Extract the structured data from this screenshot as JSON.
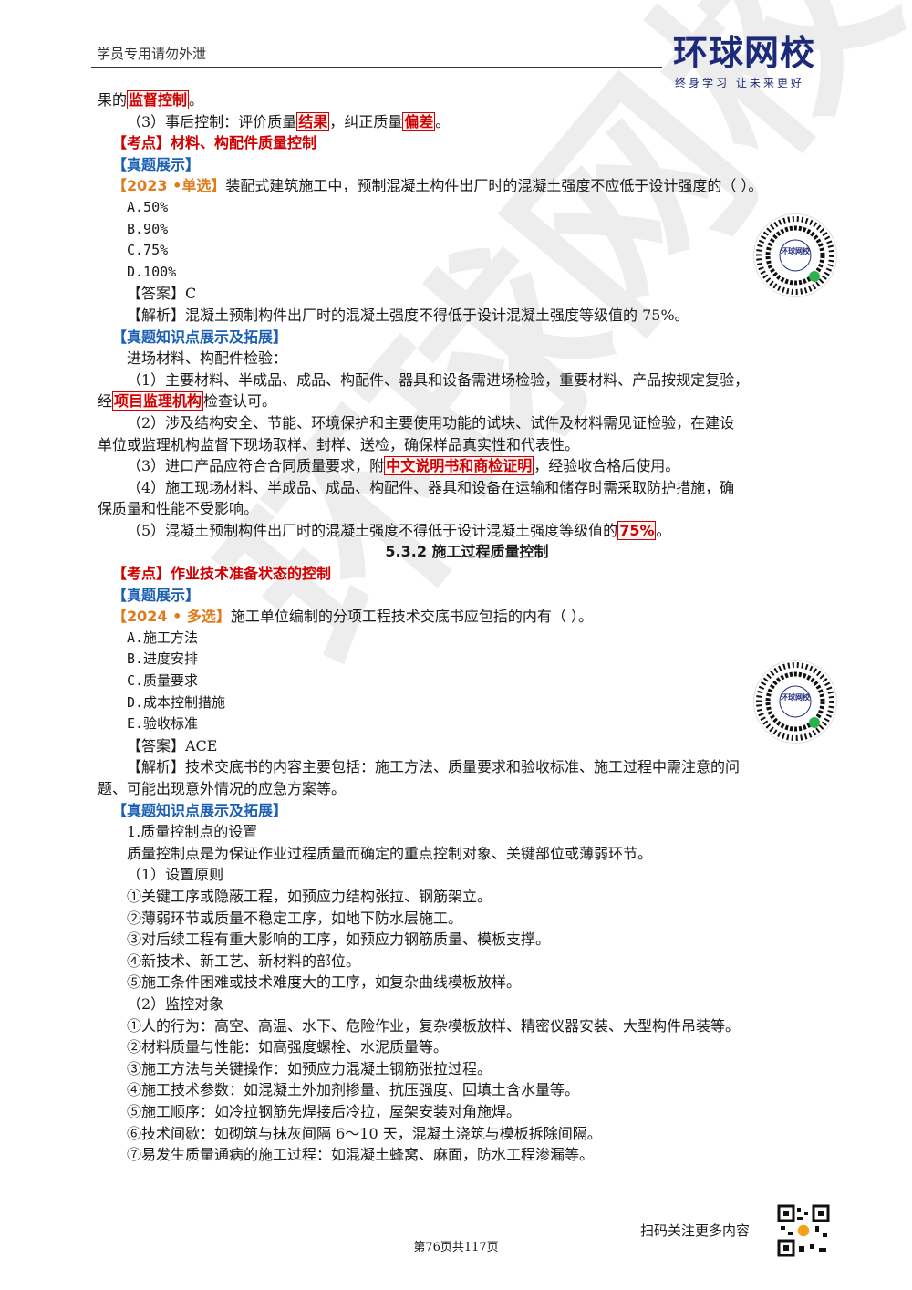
{
  "header": {
    "note": "学员专用请勿外泄",
    "logo_name": "环球网校",
    "logo_slogan": "终身学习 让未来更好"
  },
  "watermark": "环球网校",
  "lines": {
    "l1_a": "果的",
    "l1_b": "监督控制",
    "l1_c": "。",
    "l2_a": "（3）事后控制：评价质量",
    "l2_b": "结果",
    "l2_c": "，纠正质量",
    "l2_d": "偏差",
    "l2_e": "。",
    "kaodian1": "【考点】材料、构配件质量控制",
    "zhenti1": "【真题展示】",
    "q1_tag": "【2023 •单选】",
    "q1_text": "装配式建筑施工中，预制混凝土构件出厂时的混凝土强度不应低于设计强度的（    ）。",
    "q1_a": "A.50%",
    "q1_b": "B.90%",
    "q1_c": "C.75%",
    "q1_d": "D.100%",
    "q1_ans": "【答案】C",
    "q1_exp": "【解析】混凝土预制构件出厂时的混凝土强度不得低于设计混凝土强度等级值的 75%。",
    "ext1": "【真题知识点展示及拓展】",
    "p1": "进场材料、构配件检验：",
    "p2_a": "（1）主要材料、半成品、成品、构配件、器具和设备需进场检验，重要材料、产品按规定复验，",
    "p2_b": "经",
    "p2_c": "项目监理机构",
    "p2_d": "检查认可。",
    "p3_a": "（2）涉及结构安全、节能、环境保护和主要使用功能的试块、试件及材料需见证检验，在建设",
    "p3_b": "单位或监理机构监督下现场取样、封样、送检，确保样品真实性和代表性。",
    "p4_a": "（3）进口产品应符合合同质量要求，附",
    "p4_b": "中文说明书和商检证明",
    "p4_c": "，经验收合格后使用。",
    "p5_a": "（4）施工现场材料、半成品、成品、构配件、器具和设备在运输和储存时需采取防护措施，确",
    "p5_b": "保质量和性能不受影响。",
    "p6_a": "（5）混凝土预制构件出厂时的混凝土强度不得低于设计混凝土强度等级值的",
    "p6_b": "75%",
    "p6_c": "。",
    "section": "5.3.2 施工过程质量控制",
    "kaodian2": "【考点】作业技术准备状态的控制",
    "zhenti2": "【真题展示】",
    "q2_tag": "【2024 • 多选】",
    "q2_text": "施工单位编制的分项工程技术交底书应包括的内有（    ）。",
    "q2_a": "A.施工方法",
    "q2_b": "B.进度安排",
    "q2_c": "C.质量要求",
    "q2_d": "D.成本控制措施",
    "q2_e": "E.验收标准",
    "q2_ans": "【答案】ACE",
    "q2_exp_a": "【解析】技术交底书的内容主要包括：施工方法、质量要求和验收标准、施工过程中需注意的问",
    "q2_exp_b": "题、可能出现意外情况的应急方案等。",
    "ext2": "【真题知识点展示及拓展】",
    "s1": "1.质量控制点的设置",
    "s2": "质量控制点是为保证作业过程质量而确定的重点控制对象、关键部位或薄弱环节。",
    "s3": "（1）设置原则",
    "s4": "①关键工序或隐蔽工程，如预应力结构张拉、钢筋架立。",
    "s5": "②薄弱环节或质量不稳定工序，如地下防水层施工。",
    "s6": "③对后续工程有重大影响的工序，如预应力钢筋质量、模板支撑。",
    "s7": "④新技术、新工艺、新材料的部位。",
    "s8": "⑤施工条件困难或技术难度大的工序，如复杂曲线模板放样。",
    "s9": "（2）监控对象",
    "s10": "①人的行为：高空、高温、水下、危险作业，复杂模板放样、精密仪器安装、大型构件吊装等。",
    "s11": "②材料质量与性能：如高强度螺栓、水泥质量等。",
    "s12": "③施工方法与关键操作：如预应力混凝土钢筋张拉过程。",
    "s13": "④施工技术参数：如混凝土外加剂掺量、抗压强度、回填土含水量等。",
    "s14": "⑤施工顺序：如冷拉钢筋先焊接后冷拉，屋架安装对角施焊。",
    "s15": "⑥技术间歇：如砌筑与抹灰间隔 6～10 天，混凝土浇筑与模板拆除间隔。",
    "s16": "⑦易发生质量通病的施工过程：如混凝土蜂窝、麻面，防水工程渗漏等。"
  },
  "qr_label": "环球网校",
  "footer": {
    "cta": "扫码关注更多内容",
    "page": "第76页共117页"
  }
}
